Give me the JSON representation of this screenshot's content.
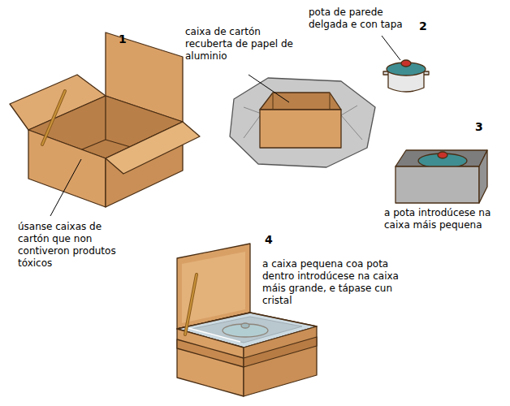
{
  "diagram": {
    "labels": [
      "1",
      "úsanse caixas de cartón que non contiveron produtos tóxicos",
      "caixa de cartón recuberta de papel de aluminio",
      "pota de parede delgada e con tapa",
      "2",
      "3",
      "a pota introdúcese na caixa máis pequena",
      "4",
      "a caixa pequena coa pota dentro introdúcese na caixa máis grande, e tápase cun cristal"
    ]
  }
}
